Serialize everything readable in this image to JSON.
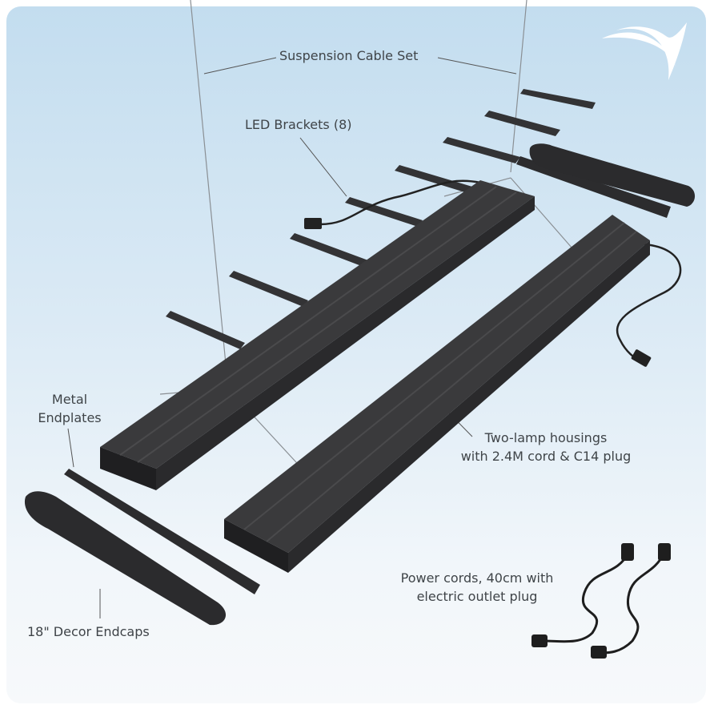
{
  "labels": {
    "suspension": "Suspension Cable Set",
    "brackets": "LED Brackets (8)",
    "endplates_line1": "Metal",
    "endplates_line2": "Endplates",
    "housings_line1": "Two-lamp housings",
    "housings_line2": "with 2.4M cord & C14 plug",
    "powercords_line1": "Power cords, 40cm with",
    "powercords_line2": "electric outlet plug",
    "endcaps": "18\" Decor Endcaps"
  },
  "colors": {
    "housing": "#2b2b2d",
    "housing_top": "#3a3a3c",
    "bracket": "#333335",
    "cable": "#8a8f94",
    "text": "#3f4448"
  }
}
